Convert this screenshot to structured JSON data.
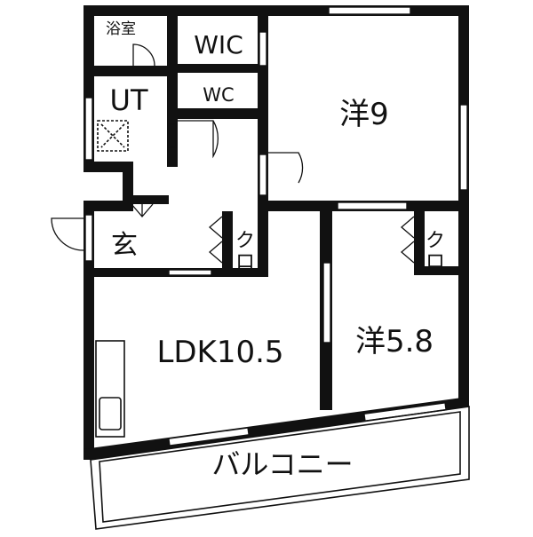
{
  "floorplan": {
    "rooms": {
      "bath": "浴室",
      "wic": "WIC",
      "utility": "UT",
      "toilet": "WC",
      "western_large": "洋9",
      "entrance": "玄",
      "closet_hall": "ク\nロ",
      "closet_room": "ク\nロ",
      "ldk": "LDK10.5",
      "western_small": "洋5.8",
      "balcony": "バルコニー"
    },
    "colors": {
      "wall": "#111111",
      "background": "#ffffff"
    }
  }
}
